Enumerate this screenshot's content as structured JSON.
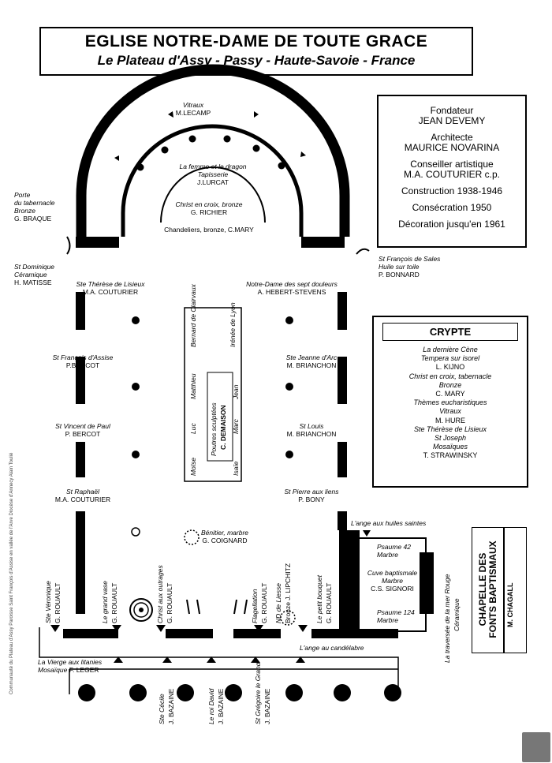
{
  "header": {
    "title": "EGLISE NOTRE-DAME DE TOUTE GRACE",
    "subtitle": "Le Plateau d'Assy - Passy - Haute-Savoie - France"
  },
  "info": {
    "founder_label": "Fondateur",
    "founder_name": "JEAN DEVEMY",
    "architect_label": "Architecte",
    "architect_name": "MAURICE NOVARINA",
    "advisor_label": "Conseiller artistique",
    "advisor_name": "M.A. COUTURIER c.p.",
    "construction": "Construction 1938-1946",
    "consecration": "Consécration 1950",
    "decoration": "Décoration jusqu'en 1961"
  },
  "crypte": {
    "title": "CRYPTE",
    "items": [
      {
        "work": "La dernière Cène",
        "detail": "Tempera sur isorel",
        "artist": "L. KIJNO"
      },
      {
        "work": "Christ en croix, tabernacle",
        "detail": "Bronze",
        "artist": "C. MARY"
      },
      {
        "work": "Thèmes eucharistiques",
        "detail": "Vitraux",
        "artist": "M. HURE"
      },
      {
        "work": "Ste Thérèse de Lisieux",
        "detail": "St Joseph",
        "artist": ""
      },
      {
        "work": "Mosaïques",
        "detail": "",
        "artist": "T. STRAWINSKY"
      }
    ]
  },
  "apse": {
    "vitraux_label": "Vitraux",
    "vitraux_artist": "M.LECAMP",
    "tapestry_work": "La femme et le dragon",
    "tapestry_type": "Tapisserie",
    "tapestry_artist": "J.LURCAT",
    "christ_work": "Christ en croix, bronze",
    "christ_artist": "G. RICHIER",
    "chandeliers": "Chandeliers, bronze, C.MARY"
  },
  "left_labels": {
    "porte_work": "Porte",
    "porte_sub": "du tabernacle",
    "porte_mat": "Bronze",
    "porte_artist": "G. BRAQUE",
    "dominique_work": "St Dominique",
    "dominique_mat": "Céramique",
    "dominique_artist": "H. MATISSE",
    "therese_work": "Ste Thérèse de Lisieux",
    "therese_artist": "M.A. COUTURIER",
    "francois_assise": "St François d'Assise",
    "francois_assise_artist": "P.BERCOT",
    "vincent": "St Vincent de Paul",
    "vincent_artist": "P. BERCOT",
    "raphael": "St Raphaël",
    "raphael_artist": "M.A. COUTURIER"
  },
  "right_labels": {
    "francois_sales": "St François de Sales",
    "francois_sales_mat": "Huile sur toile",
    "francois_sales_artist": "P. BONNARD",
    "nd_douleurs": "Notre-Dame des sept douleurs",
    "nd_douleurs_artist": "A. HEBERT-STEVENS",
    "jeanne": "Ste Jeanne d'Arc",
    "jeanne_artist": "M. BRIANCHON",
    "louis": "St Louis",
    "louis_artist": "M. BRIANCHON",
    "pierre": "St Pierre aux liens",
    "pierre_artist": "P. BONY"
  },
  "center": {
    "left_col": [
      "Bernard de Clairvaux",
      "Matthieu",
      "Luc",
      "Moïse"
    ],
    "right_col": [
      "Irénée de Lyon",
      "Jean",
      "Marc",
      "Isaïe"
    ],
    "poutres": "Poutres sculptées",
    "poutres_artist": "C. DEMAISON"
  },
  "baptistere": {
    "label": "Bénitier, marbre",
    "artist": "G. COIGNARD"
  },
  "entrance": {
    "items": [
      {
        "work": "Ste Véronique",
        "artist": "G. ROUAULT"
      },
      {
        "work": "Le grand vase",
        "artist": "G. ROUAULT"
      },
      {
        "work": "Christ aux outrages",
        "artist": "G. ROUAULT"
      },
      {
        "work": "Flagellation",
        "artist": "G. ROUAULT"
      },
      {
        "work": "ND de Liesse",
        "artist": "Bronze J. LIPCHITZ"
      },
      {
        "work": "Le petit bouquet",
        "artist": "G. ROUAULT"
      }
    ],
    "leger_work": "La Vierge aux litanies",
    "leger_mat": "Mosaïque",
    "leger_artist": "F. LEGER",
    "candelabre": "L'ange au candélabre",
    "huiles": "L'ange aux huiles saintes"
  },
  "bottom": {
    "items": [
      {
        "line1": "Ste Cécile",
        "line2": "J. BAZAINE"
      },
      {
        "line1": "Le roi David",
        "line2": "J. BAZAINE"
      },
      {
        "line1": "St Grégoire le Grand",
        "line2": "J. BAZAINE"
      }
    ]
  },
  "fonts": {
    "psaume42": "Psaume 42",
    "psaume42_mat": "Marbre",
    "cuve": "Cuve baptismale",
    "cuve_mat": "Marbre",
    "cuve_artist": "C.S. SIGNORI",
    "psaume124": "Psaume 124",
    "psaume124_mat": "Marbre",
    "traversee": "La traversée de la mer Rouge",
    "traversee_mat": "Céramique",
    "chapel_title_1": "CHAPELLE DES",
    "chapel_title_2": "FONTS BAPTISMAUX",
    "chapel_artist": "M. CHAGALL"
  },
  "credit": "Communauté du Plateau d'Assy  Paroisse Saint François d'Assise en vallée de l'Arve  Diocèse d'Annecy  Alain Toulié"
}
